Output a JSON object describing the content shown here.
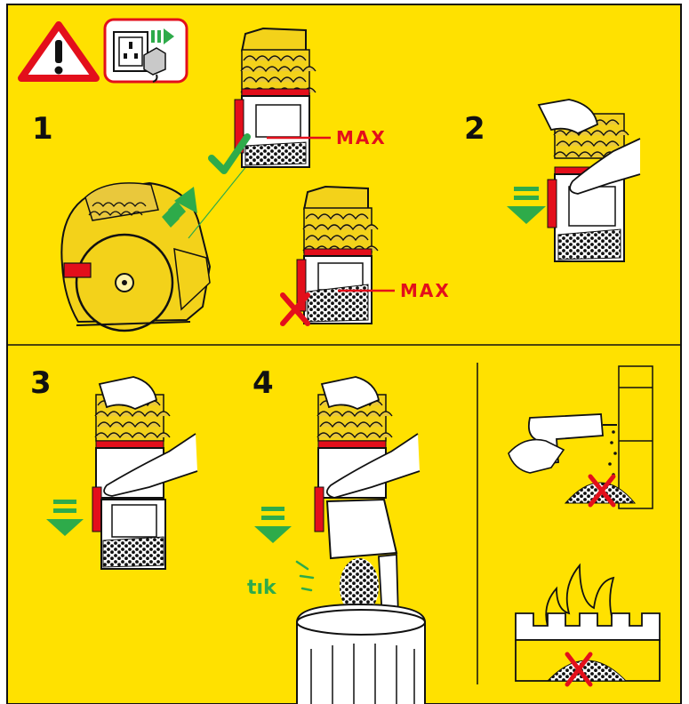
{
  "colors": {
    "background": "#ffe100",
    "red": "#e30f1b",
    "green": "#2eab4a",
    "ink": "#111111",
    "machine_yellow": "#f3d21a",
    "cyclone_yellow": "#e9c83c"
  },
  "icons": {
    "warning": "warning-triangle-icon",
    "unplug": "unplug-icon",
    "tick": "tick-icon",
    "cross": "cross-icon",
    "down_arrow": "down-arrow-icon",
    "right_arrow": "right-arrow-icon",
    "drill": "drill-icon",
    "fire": "fire-icon"
  },
  "steps": {
    "step1": "1",
    "step2": "2",
    "step3": "3",
    "step4": "4"
  },
  "labels": {
    "max_correct": "MAX",
    "max_overfilled": "MAX",
    "sound": "tık"
  }
}
